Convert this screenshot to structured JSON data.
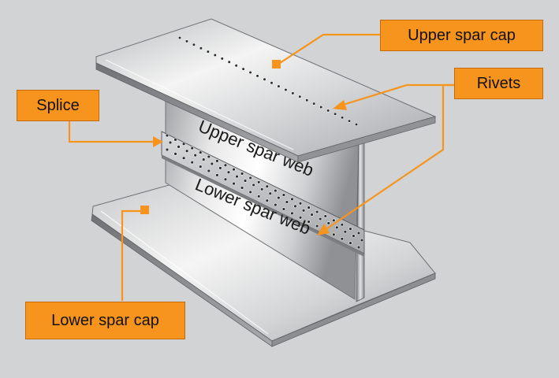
{
  "labels": {
    "upper_spar_cap": "Upper spar cap",
    "rivets": "Rivets",
    "splice": "Splice",
    "lower_spar_cap": "Lower spar cap",
    "upper_spar_web": "Upper spar web",
    "lower_spar_web": "Lower spar web"
  },
  "colors": {
    "callout_fill": "#f7941d",
    "leader_line": "#f7941d",
    "background": "#d2d3d4",
    "metal_light": "#f2f2f2",
    "metal_dark": "#8e9094"
  }
}
